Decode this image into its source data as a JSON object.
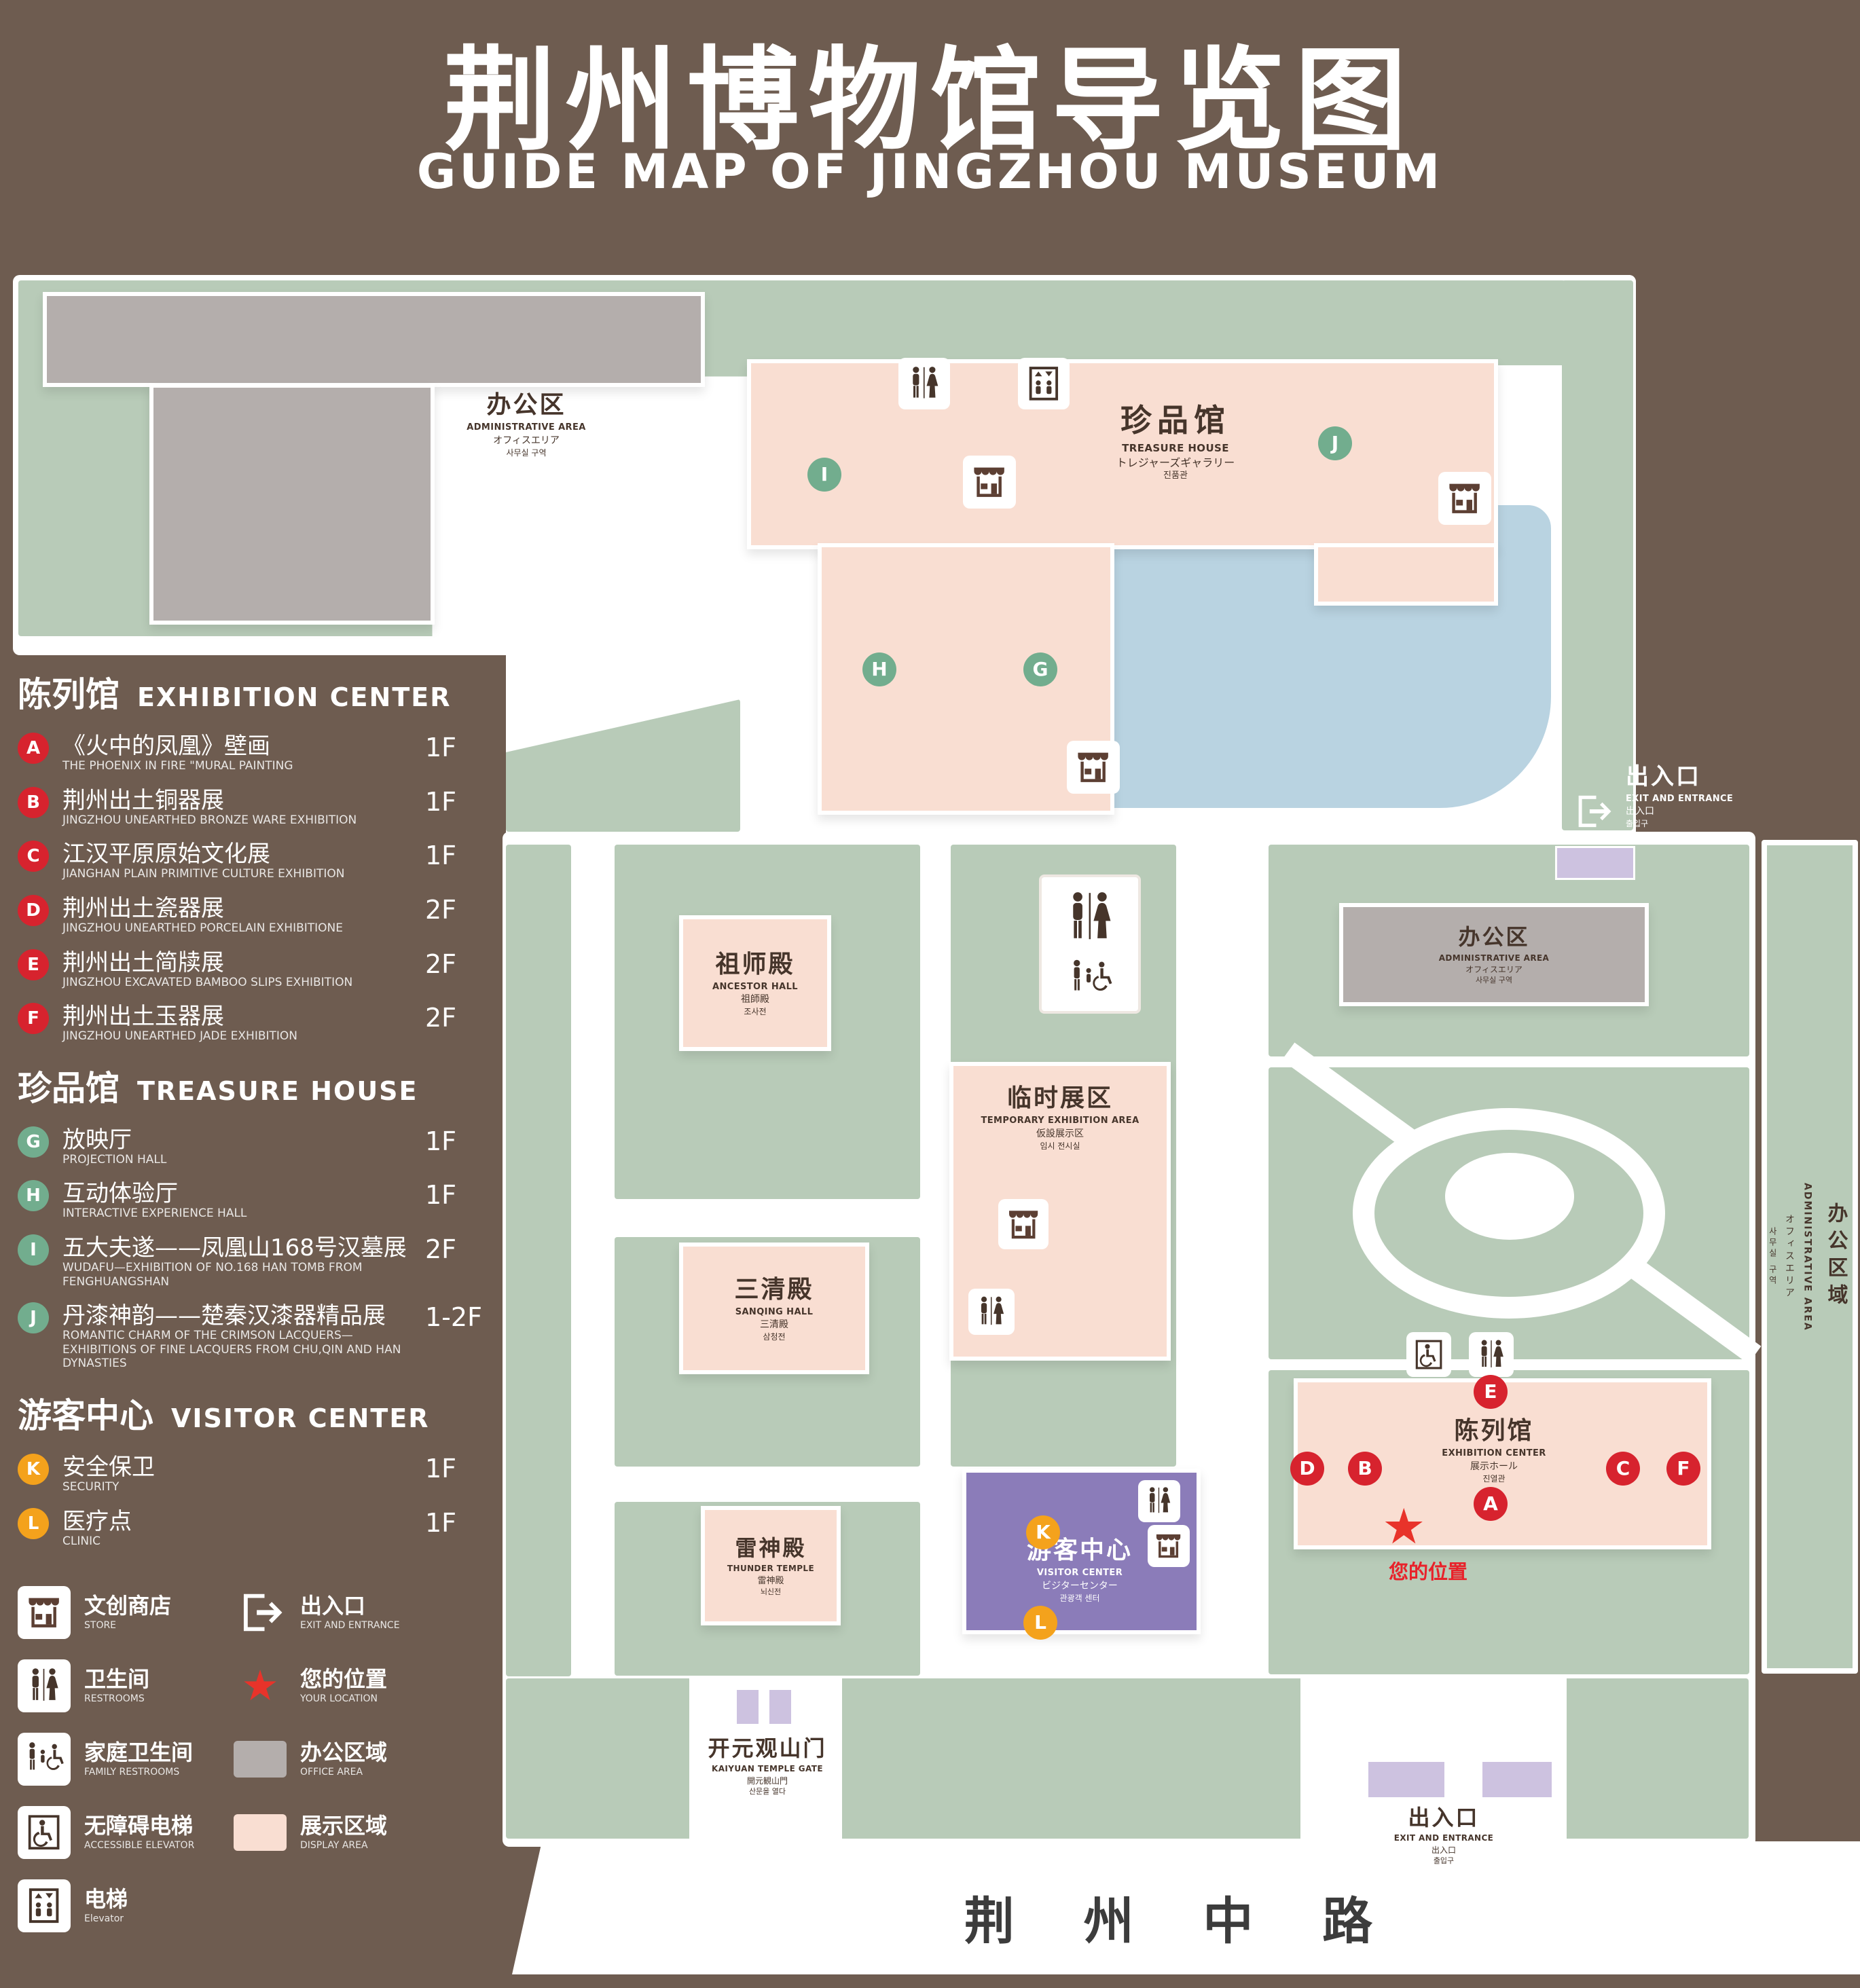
{
  "title": {
    "zh": "荆州博物馆导览图",
    "en": "GUIDE MAP OF JINGZHOU MUSEUM"
  },
  "legend": {
    "sections": [
      {
        "zh": "陈列馆",
        "en": "EXHIBITION CENTER",
        "items": [
          {
            "key": "A",
            "zh": "《火中的凤凰》壁画",
            "en": "THE PHOENIX IN FIRE \"MURAL PAINTING",
            "floor": "1F"
          },
          {
            "key": "B",
            "zh": "荆州出土铜器展",
            "en": "JINGZHOU UNEARTHED BRONZE WARE EXHIBITION",
            "floor": "1F"
          },
          {
            "key": "C",
            "zh": "江汉平原原始文化展",
            "en": "JIANGHAN PLAIN PRIMITIVE CULTURE EXHIBITION",
            "floor": "1F"
          },
          {
            "key": "D",
            "zh": "荆州出土瓷器展",
            "en": "JINGZHOU UNEARTHED PORCELAIN EXHIBITIONE",
            "floor": "2F"
          },
          {
            "key": "E",
            "zh": "荆州出土简牍展",
            "en": "JINGZHOU EXCAVATED BAMBOO SLIPS EXHIBITION",
            "floor": "2F"
          },
          {
            "key": "F",
            "zh": "荆州出土玉器展",
            "en": "JINGZHOU UNEARTHED JADE EXHIBITION",
            "floor": "2F"
          }
        ]
      },
      {
        "zh": "珍品馆",
        "en": "TREASURE HOUSE",
        "items": [
          {
            "key": "G",
            "zh": "放映厅",
            "en": "PROJECTION HALL",
            "floor": "1F"
          },
          {
            "key": "H",
            "zh": "互动体验厅",
            "en": "INTERACTIVE EXPERIENCE HALL",
            "floor": "1F"
          },
          {
            "key": "I",
            "zh": "五大夫遂——凤凰山168号汉墓展",
            "en": "WUDAFU—EXHIBITION OF NO.168 HAN TOMB FROM FENGHUANGSHAN",
            "floor": "2F"
          },
          {
            "key": "J",
            "zh": "丹漆神韵——楚秦汉漆器精品展",
            "en": "ROMANTIC CHARM OF THE CRIMSON LACQUERS—EXHIBITIONS OF FINE LACQUERS FROM CHU,QIN AND HAN DYNASTIES",
            "floor": "1-2F"
          }
        ]
      },
      {
        "zh": "游客中心",
        "en": "VISITOR CENTER",
        "items": [
          {
            "key": "K",
            "zh": "安全保卫",
            "en": "SECURITY",
            "floor": "1F"
          },
          {
            "key": "L",
            "zh": "医疗点",
            "en": "CLINIC",
            "floor": "1F"
          }
        ]
      }
    ],
    "symbols": [
      {
        "zh": "文创商店",
        "en": "STORE"
      },
      {
        "zh": "出入口",
        "en": "EXIT AND ENTRANCE"
      },
      {
        "zh": "卫生间",
        "en": "RESTROOMS"
      },
      {
        "zh": "您的位置",
        "en": "YOUR LOCATION"
      },
      {
        "zh": "家庭卫生间",
        "en": "FAMILY RESTROOMS"
      },
      {
        "zh": "办公区域",
        "en": "OFFICE AREA"
      },
      {
        "zh": "无障碍电梯",
        "en": "ACCESSIBLE ELEVATOR"
      },
      {
        "zh": "展示区域",
        "en": "DISPLAY AREA"
      },
      {
        "zh": "电梯",
        "en": "Elevator"
      }
    ]
  },
  "map": {
    "admin_top": {
      "zh": "办公区",
      "en": "ADMINISTRATIVE AREA",
      "ja": "オフィスエリア",
      "ko": "사무실 구역"
    },
    "treasure_house": {
      "zh": "珍品馆",
      "en": "TREASURE HOUSE",
      "ja": "トレジャーズギャラリー",
      "ko": "진품관"
    },
    "exit_top": {
      "zh": "出入口",
      "en": "EXIT AND ENTRANCE",
      "ja": "出入口",
      "ko": "출입구"
    },
    "admin_right": {
      "zh": "办公区",
      "en": "ADMINISTRATIVE AREA",
      "ja": "オフィスエリア",
      "ko": "사무실 구역"
    },
    "admin_strip": {
      "zh": "办公区域",
      "en": "ADMINISTRATIVE AREA",
      "ja": "オフィスエリア",
      "ko": "사무실 구역"
    },
    "ancestor_hall": {
      "zh": "祖师殿",
      "en": "ANCESTOR HALL",
      "ja": "祖師殿",
      "ko": "조사전"
    },
    "temporary_area": {
      "zh": "临时展区",
      "en": "TEMPORARY EXHIBITION AREA",
      "ja": "仮設展示区",
      "ko": "임시 전시실"
    },
    "sanqing_hall": {
      "zh": "三清殿",
      "en": "SANQING HALL",
      "ja": "三清殿",
      "ko": "삼청전"
    },
    "thunder_temple": {
      "zh": "雷神殿",
      "en": "THUNDER TEMPLE",
      "ja": "雷神殿",
      "ko": "뇌신전"
    },
    "visitor_center": {
      "zh": "游客中心",
      "en": "VISITOR CENTER",
      "ja": "ビジターセンター",
      "ko": "관광객 센터"
    },
    "exhibition_center": {
      "zh": "陈列馆",
      "en": "EXHIBITION CENTER",
      "ja": "展示ホール",
      "ko": "진열관"
    },
    "your_location": {
      "zh": "您的位置"
    },
    "gate": {
      "zh": "开元观山门",
      "en": "KAIYUAN TEMPLE GATE",
      "ja": "開元観山門",
      "ko": "산문을 열다"
    },
    "exit_bottom": {
      "zh": "出入口",
      "en": "EXIT AND ENTRANCE",
      "ja": "出入口",
      "ko": "출입구"
    },
    "road": {
      "zh": "荆 州 中 路"
    },
    "markers": {
      "a": "A",
      "b": "B",
      "c": "C",
      "d": "D",
      "e": "E",
      "f": "F",
      "g": "G",
      "h": "H",
      "i": "I",
      "j": "J",
      "k": "K",
      "l": "L"
    }
  },
  "colors": {
    "background": "#6e5c50",
    "zone_green": "#b8cbb8",
    "display_area": "#f9ded2",
    "office_area": "#b4aeac",
    "visitor_center": "#8b7cb9",
    "entrance": "#cdc2e0",
    "lake": "#b9d3e1",
    "marker_red": "#d7232e",
    "marker_green": "#72ad8e",
    "marker_orange": "#f4a21c",
    "location_red": "#e8332a"
  }
}
